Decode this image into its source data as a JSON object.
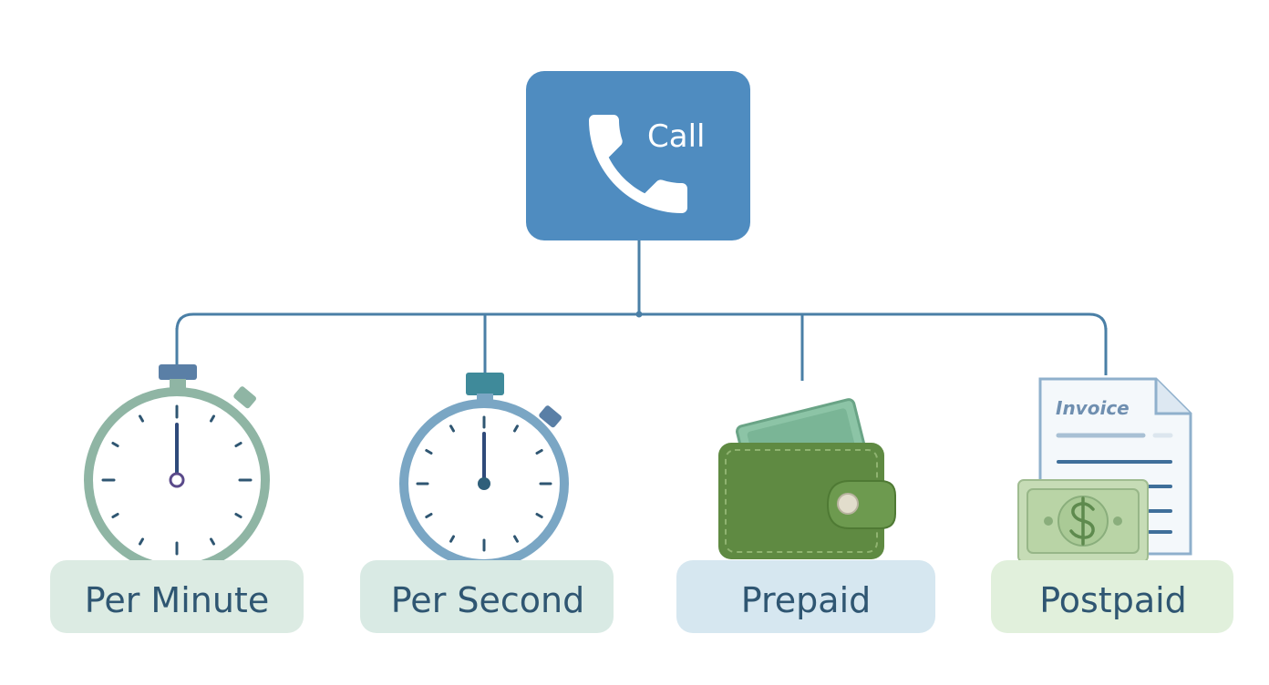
{
  "root": {
    "label": "Call",
    "icon": "phone-icon",
    "color": "#4f8cc0"
  },
  "connector_color": "#4a7fa6",
  "options": [
    {
      "id": "per-minute",
      "label": "Per Minute",
      "icon": "stopwatch-icon",
      "pill_color": "#dcebe3",
      "text_color": "#2f5672"
    },
    {
      "id": "per-second",
      "label": "Per Second",
      "icon": "stopwatch-icon",
      "pill_color": "#d9eae4",
      "text_color": "#2f5672"
    },
    {
      "id": "prepaid",
      "label": "Prepaid",
      "icon": "wallet-icon",
      "pill_color": "#d6e7f0",
      "text_color": "#2f5672"
    },
    {
      "id": "postpaid",
      "label": "Postpaid",
      "icon": "invoice-icon",
      "pill_color": "#e1f0dc",
      "text_color": "#2f5672"
    }
  ],
  "invoice": {
    "title": "Invoice"
  }
}
